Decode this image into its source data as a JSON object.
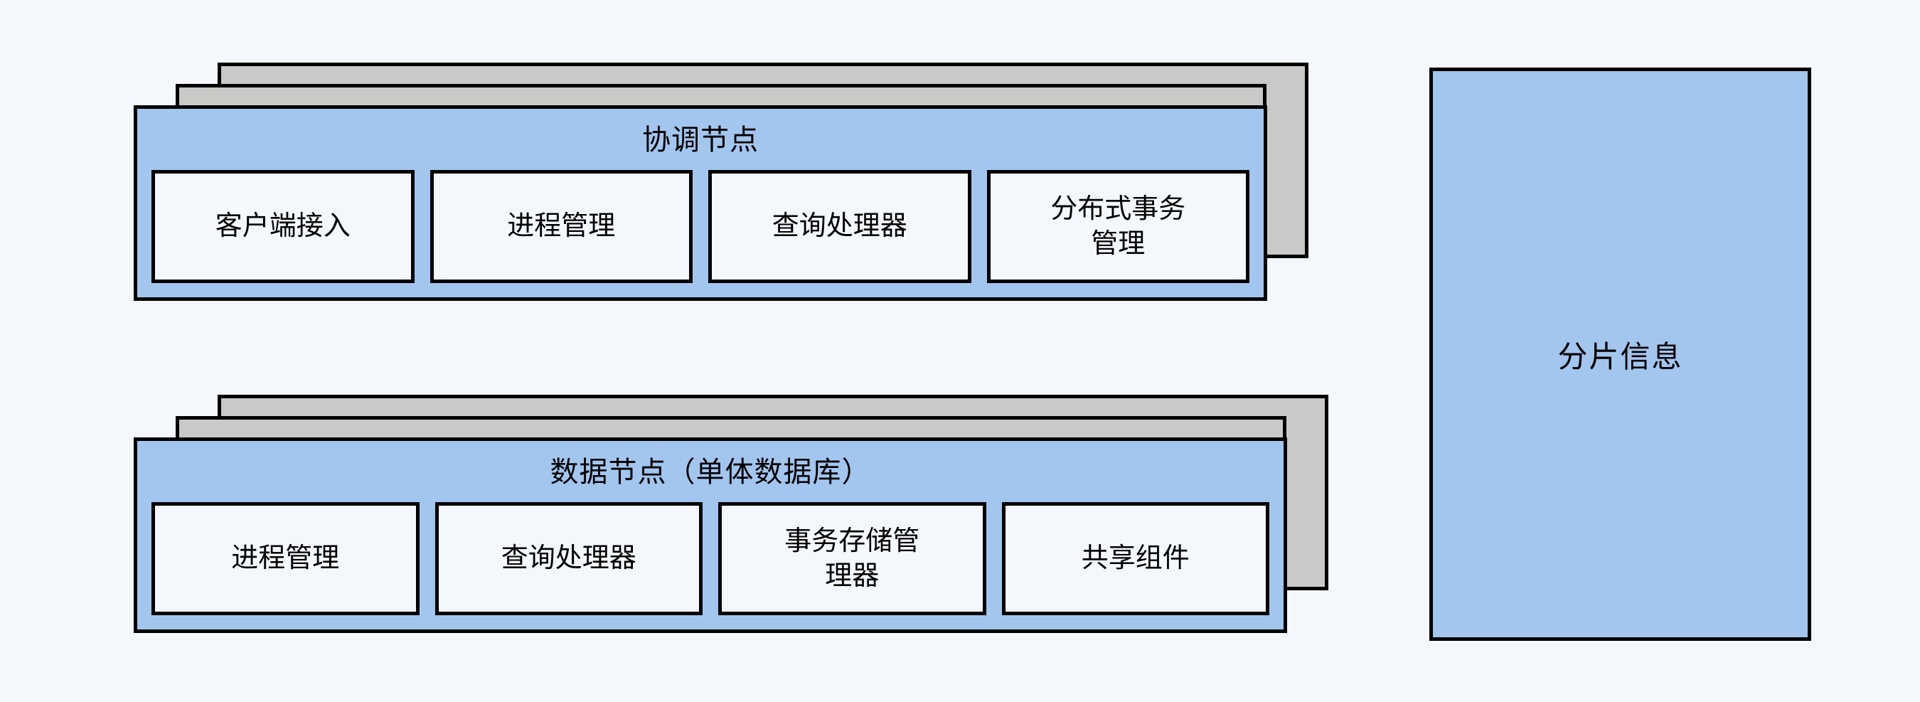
{
  "diagram": {
    "background_color": "#f4f7fc",
    "card_fill_color": "#a3c6ef",
    "stack_shadow_color": "#c9c9c7",
    "component_fill_color": "#f4f8fd",
    "border_color": "#000000",
    "groups": [
      {
        "id": "coordinator-node",
        "title": "协调节点",
        "stack_count": 3,
        "components": [
          {
            "label": "客户端接入"
          },
          {
            "label": "进程管理"
          },
          {
            "label": "查询处理器"
          },
          {
            "label": "分布式事务\n管理"
          }
        ]
      },
      {
        "id": "data-node",
        "title": "数据节点（单体数据库）",
        "stack_count": 3,
        "components": [
          {
            "label": "进程管理"
          },
          {
            "label": "查询处理器"
          },
          {
            "label": "事务存储管\n理器"
          },
          {
            "label": "共享组件"
          }
        ]
      }
    ],
    "side_panel": {
      "id": "shard-info",
      "label": "分片信息"
    }
  }
}
